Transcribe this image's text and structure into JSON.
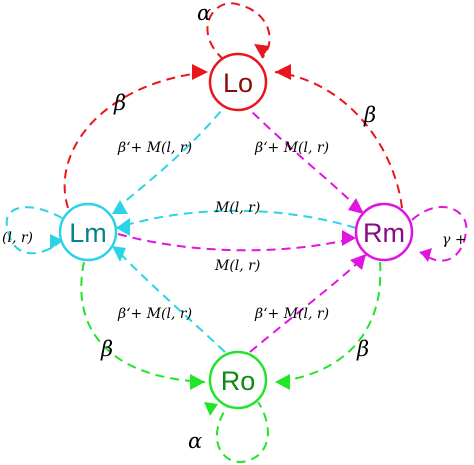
{
  "colors": {
    "Lo": "#e8161c",
    "Lm": "#2ad4e6",
    "Rm": "#e014df",
    "Ro": "#22e52a",
    "label": "#000000"
  },
  "nodes": {
    "Lo": {
      "label": "Lo"
    },
    "Lm": {
      "label": "Lm"
    },
    "Rm": {
      "label": "Rm"
    },
    "Ro": {
      "label": "Ro"
    }
  },
  "labels": {
    "alpha_top": "α",
    "alpha_bottom": "α",
    "beta_top_left": "β",
    "beta_top_right": "β",
    "beta_bottom_left": "β",
    "beta_bottom_right": "β",
    "beta_m_upper_left": "β‘+ M(l, r)",
    "beta_m_upper_right": "β‘+ M(l, r)",
    "beta_m_lower_left": "β‘+ M(l, r)",
    "beta_m_lower_right": "β‘+ M(l, r)",
    "m_upper": "M(l, r)",
    "m_lower": "M(l, r)",
    "left_loop": "(l, r)",
    "right_loop": "γ +"
  }
}
